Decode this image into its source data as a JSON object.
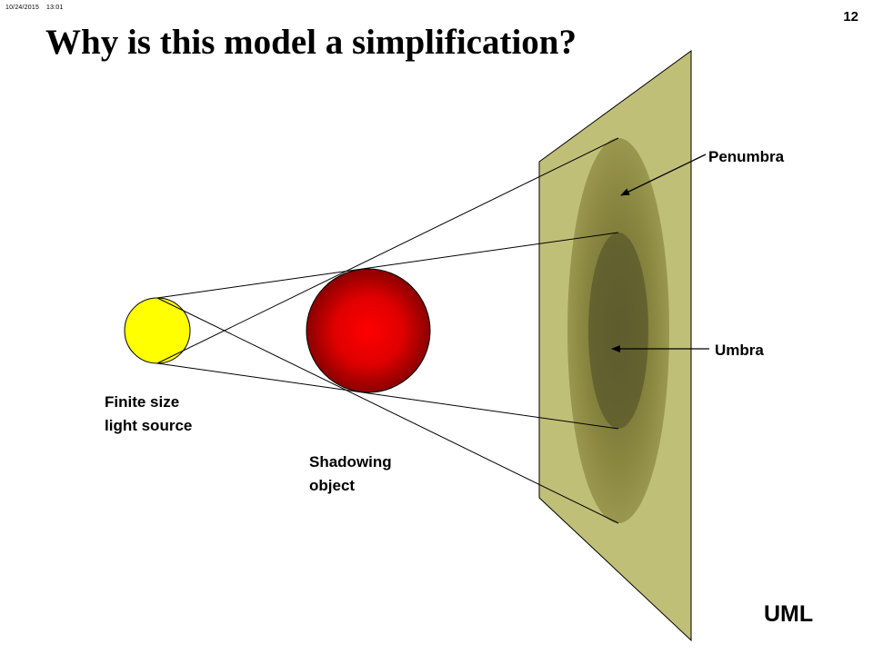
{
  "header": {
    "date": "10/24/2015",
    "time": "13:01",
    "page_number": "12"
  },
  "title": "Why is this model a simplification?",
  "diagram": {
    "labels": {
      "light_source": "Finite size\nlight source",
      "shadowing_object": "Shadowing\nobject",
      "penumbra": "Penumbra",
      "umbra": "Umbra"
    },
    "colors": {
      "light_source": "#ffff00",
      "object_center": "#ff0000",
      "object_edge": "#8a0000",
      "screen": "#c0bf78",
      "penumbra": "#8f8c45",
      "umbra": "#5e5c2e"
    }
  },
  "footer": {
    "mark": "UML"
  }
}
